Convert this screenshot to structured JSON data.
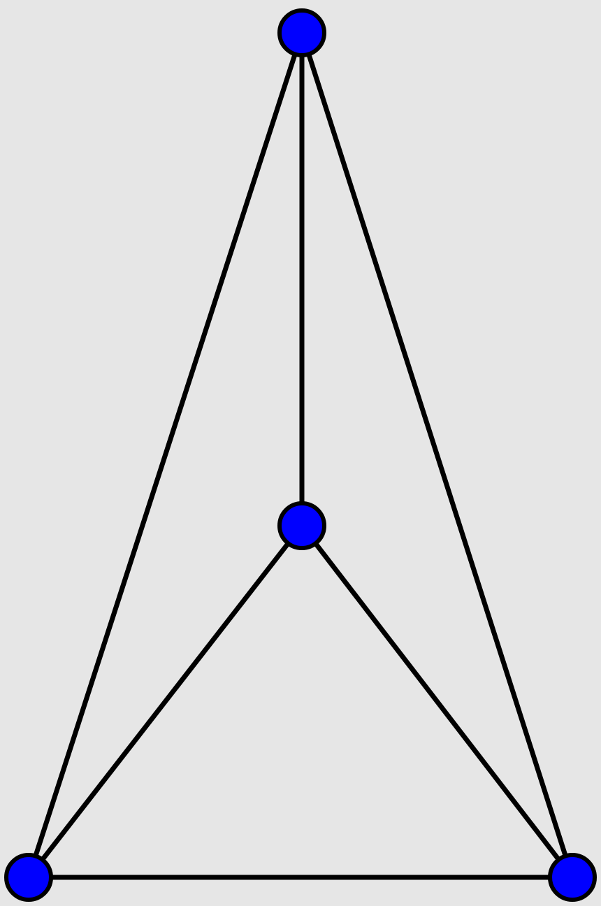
{
  "diagram": {
    "type": "graph",
    "colors": {
      "background": "#e6e6e6",
      "node_fill": "#0000ff",
      "node_stroke": "#000000",
      "edge": "#000000"
    },
    "nodes": [
      {
        "id": "top"
      },
      {
        "id": "center"
      },
      {
        "id": "bottom-left"
      },
      {
        "id": "bottom-right"
      }
    ],
    "edges": [
      {
        "from": "top",
        "to": "center"
      },
      {
        "from": "top",
        "to": "bottom-left"
      },
      {
        "from": "top",
        "to": "bottom-right"
      },
      {
        "from": "center",
        "to": "bottom-left"
      },
      {
        "from": "center",
        "to": "bottom-right"
      },
      {
        "from": "bottom-left",
        "to": "bottom-right"
      }
    ]
  }
}
